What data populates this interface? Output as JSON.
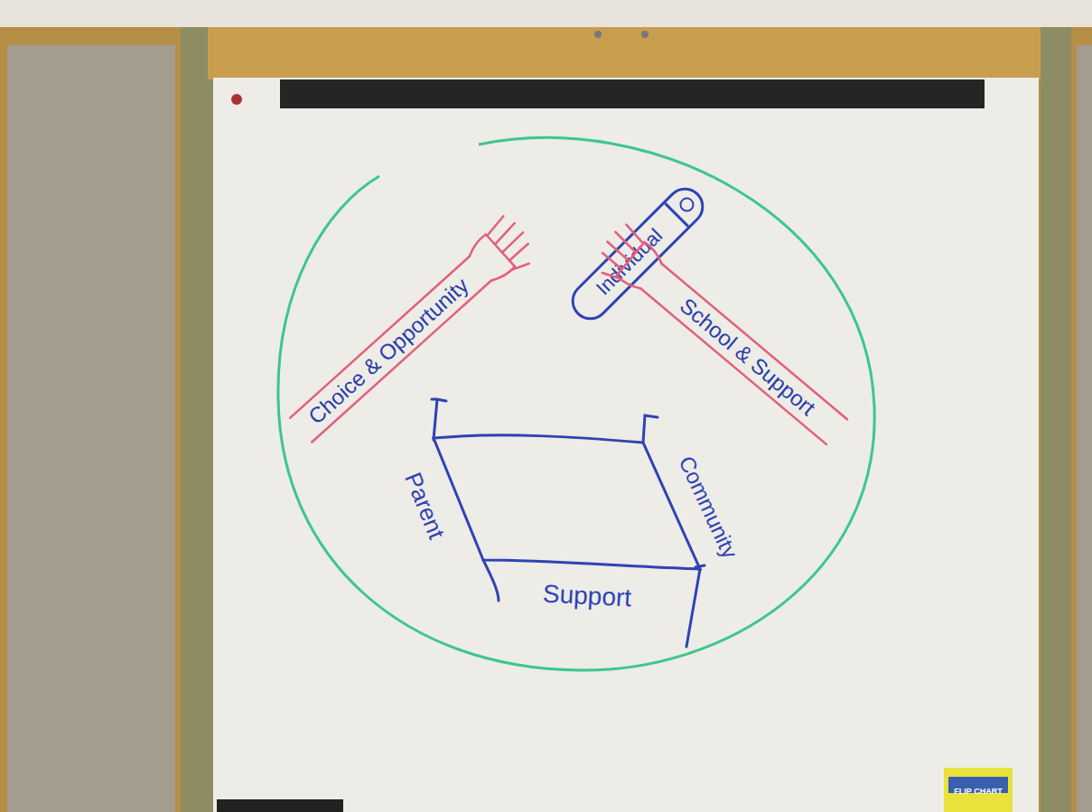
{
  "diagram": {
    "nodes": [
      {
        "text": [
          "Choice & Opportunity"
        ]
      },
      {
        "text": [
          "Individual"
        ]
      },
      {
        "text": [
          "School & Support"
        ]
      }
    ],
    "labels": [
      "Parent",
      "Community",
      "Support",
      "FLIP CHART"
    ]
  }
}
